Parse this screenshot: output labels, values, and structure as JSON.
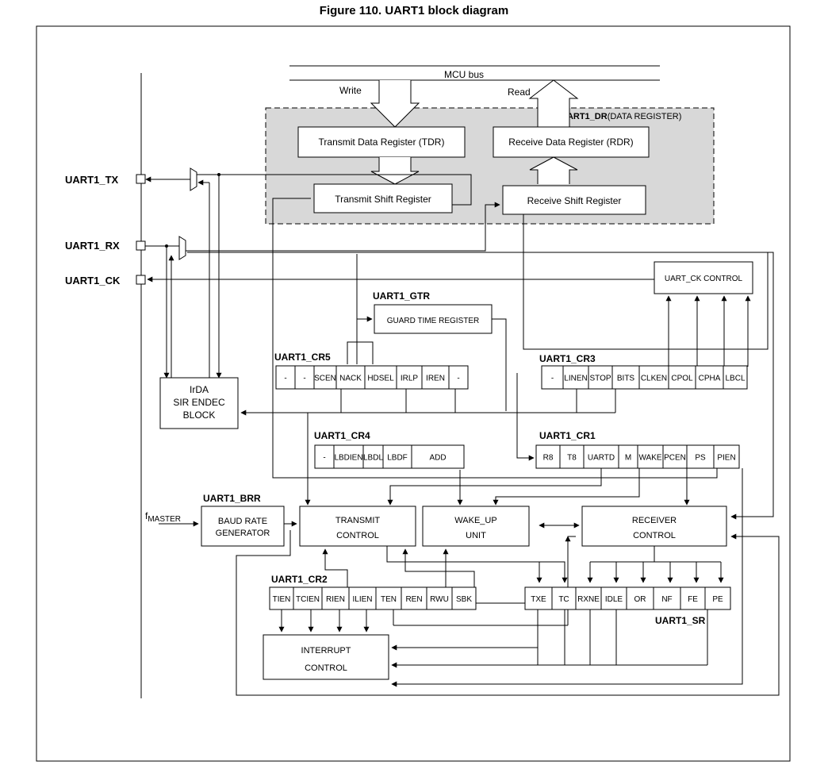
{
  "figure": {
    "title": "Figure 110. UART1 block diagram"
  },
  "bus": {
    "mcu_bus": "MCU bus",
    "write": "Write",
    "read": "Read"
  },
  "data_register": {
    "name": "UART1_DR",
    "description": "(DATA REGISTER)"
  },
  "blocks": {
    "tdr": "Transmit Data Register (TDR)",
    "rdr": "Receive Data Register (RDR)",
    "tsr": "Transmit Shift Register",
    "rsr": "Receive Shift Register",
    "ck_control": "UART_CK CONTROL",
    "guard_time": "GUARD TIME REGISTER",
    "irda": [
      "IrDA",
      "SIR ENDEC",
      "BLOCK"
    ],
    "baud": [
      "BAUD RATE",
      "GENERATOR"
    ],
    "transmit": [
      "TRANSMIT",
      "CONTROL"
    ],
    "wakeup": [
      "WAKE_UP",
      "UNIT"
    ],
    "receiver": [
      "RECEIVER",
      "CONTROL"
    ],
    "interrupt": [
      "INTERRUPT",
      "CONTROL"
    ]
  },
  "pins": {
    "tx": "UART1_TX",
    "rx": "UART1_RX",
    "ck": "UART1_CK"
  },
  "fmaster": {
    "base": "f",
    "sub": "MASTER"
  },
  "registers": {
    "gtr": {
      "name": "UART1_GTR"
    },
    "brr": {
      "name": "UART1_BRR"
    },
    "cr5": {
      "name": "UART1_CR5",
      "bits": [
        "-",
        "-",
        "SCEN",
        "NACK",
        "HDSEL",
        "IRLP",
        "IREN",
        "-"
      ]
    },
    "cr3": {
      "name": "UART1_CR3",
      "bits": [
        "-",
        "LINEN",
        "STOP",
        "BITS",
        "CLKEN",
        "CPOL",
        "CPHA",
        "LBCL"
      ]
    },
    "cr4": {
      "name": "UART1_CR4",
      "bits": [
        "-",
        "LBDIEN",
        "LBDL",
        "LBDF",
        "ADD"
      ]
    },
    "cr1": {
      "name": "UART1_CR1",
      "bits": [
        "R8",
        "T8",
        "UARTD",
        "M",
        "WAKE",
        "PCEN",
        "PS",
        "PIEN"
      ]
    },
    "cr2": {
      "name": "UART1_CR2",
      "bits": [
        "TIEN",
        "TCIEN",
        "RIEN",
        "ILIEN",
        "TEN",
        "REN",
        "RWU",
        "SBK"
      ]
    },
    "sr": {
      "name": "UART1_SR",
      "bits": [
        "TXE",
        "TC",
        "RXNE",
        "IDLE",
        "OR",
        "NF",
        "FE",
        "PE"
      ]
    }
  }
}
